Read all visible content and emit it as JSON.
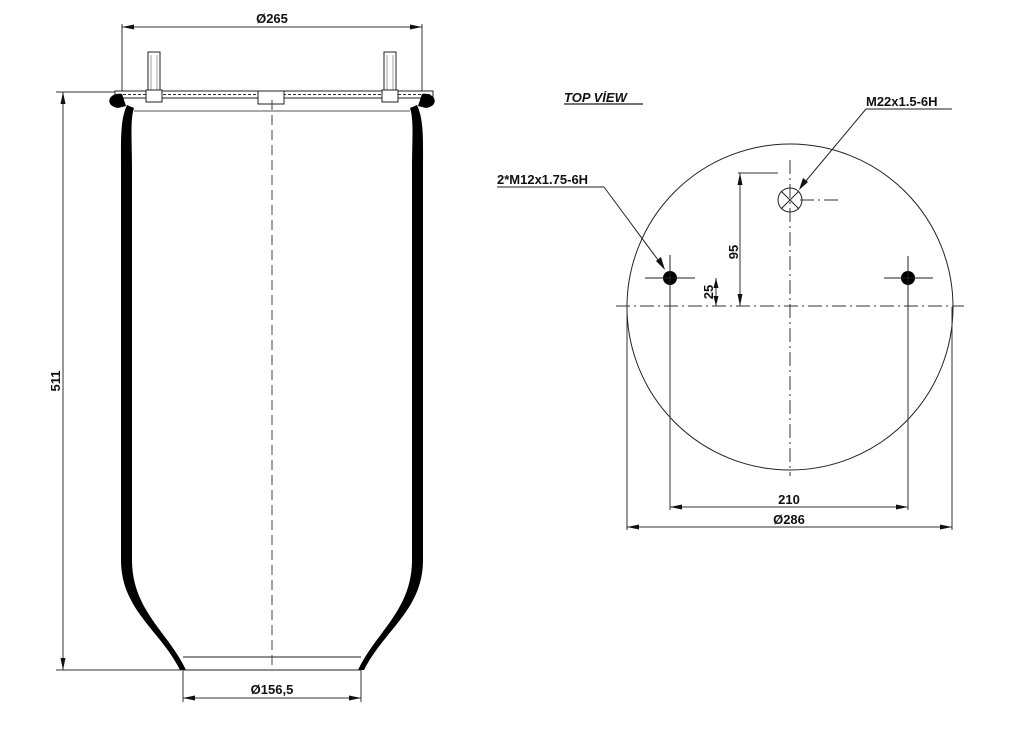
{
  "side_view": {
    "top_diameter": "Ø265",
    "height": "511",
    "bottom_diameter": "Ø156,5"
  },
  "top_view": {
    "title": "TOP VİEW",
    "center_port_thread": "M22x1.5-6H",
    "stud_thread": "2*M12x1.75-6H",
    "port_offset": "95",
    "stud_offset": "25",
    "stud_spacing": "210",
    "plate_diameter": "Ø286"
  },
  "colors": {
    "line": "#222222",
    "fill": "#000000",
    "background": "#ffffff"
  }
}
